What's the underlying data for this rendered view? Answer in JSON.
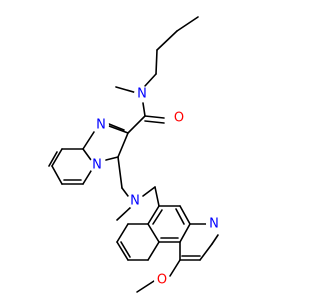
{
  "atoms": [
    {
      "symbol": "O",
      "color": "#ff0000"
    },
    {
      "symbol": "N",
      "color": "#0000ff"
    },
    {
      "symbol": "N",
      "color": "#0000ff"
    },
    {
      "symbol": "N",
      "color": "#0000ff"
    },
    {
      "symbol": "N",
      "color": "#0000ff"
    },
    {
      "symbol": "N",
      "color": "#0000ff"
    },
    {
      "symbol": "O",
      "color": "#ff0000"
    }
  ]
}
